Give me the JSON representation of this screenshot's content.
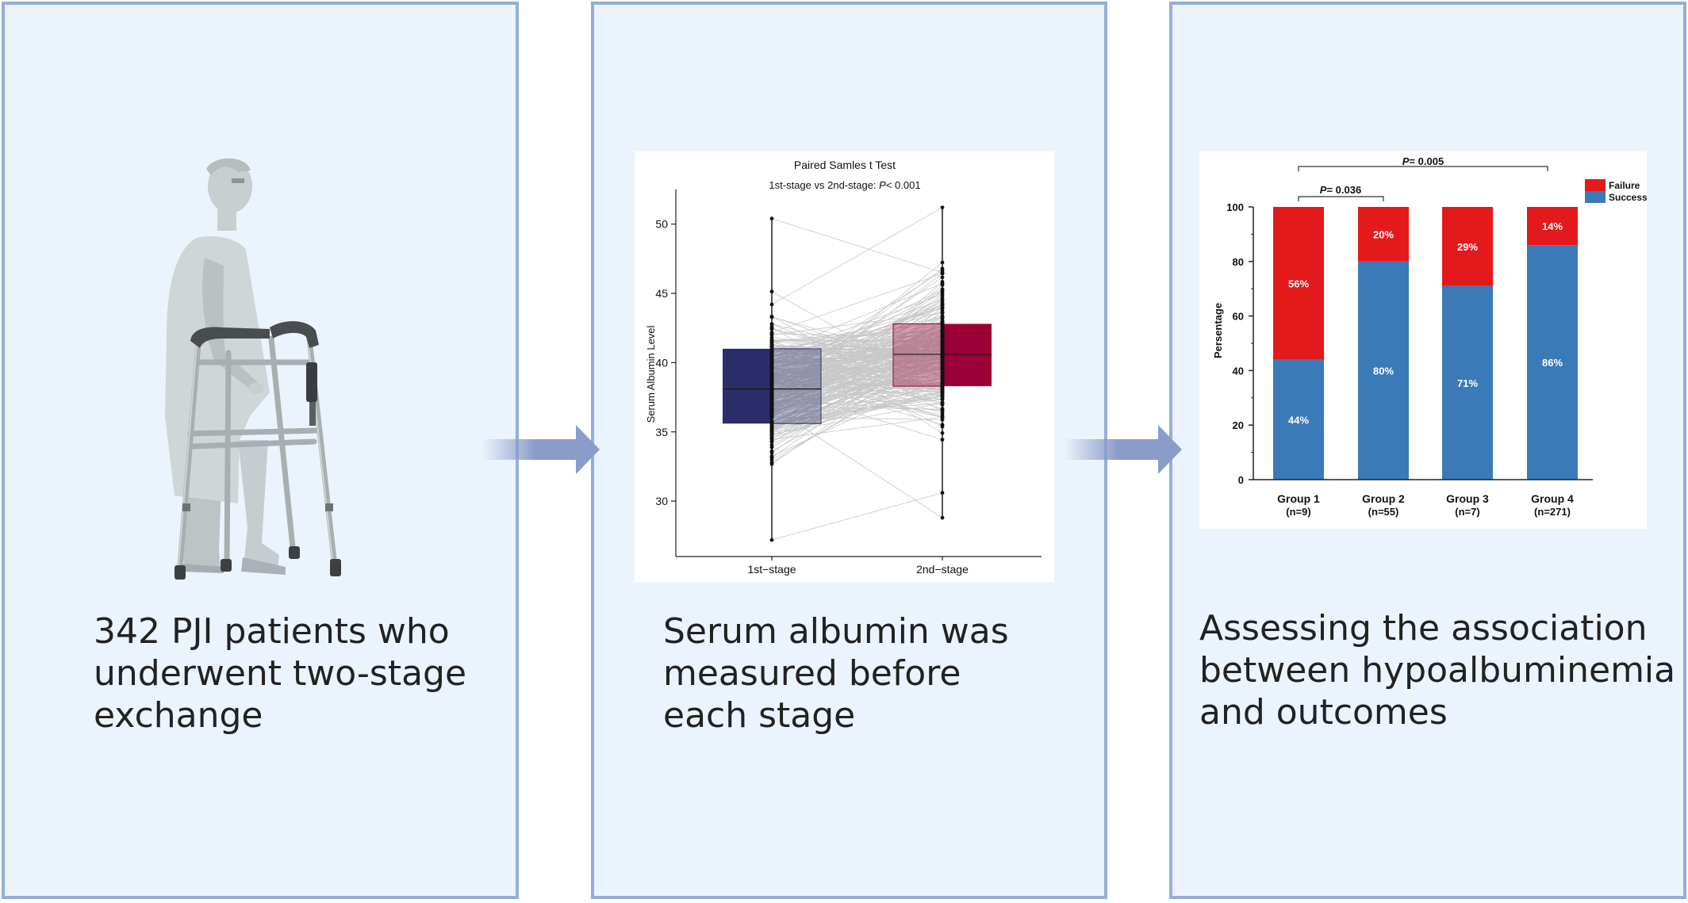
{
  "steps": [
    {
      "caption_lines": [
        "342 PJI patients who",
        "underwent two-stage",
        "exchange"
      ]
    },
    {
      "caption_lines": [
        "Serum albumin was",
        "measured before",
        "each stage"
      ]
    },
    {
      "caption_lines": [
        "Assessing the association",
        "between hypoalbuminemia",
        "and outcomes"
      ]
    }
  ],
  "colors": {
    "panel_bg": "#ebf3fc",
    "panel_border": "#95aed9",
    "arrow": "#8a9cc8",
    "first_stage": "#2b2d6b",
    "second_stage": "#9b0036",
    "failure": "#e3191c",
    "success": "#3a7ab8",
    "paired_lines": "#c8c8c8"
  },
  "chart_data": [
    {
      "type": "box",
      "title": "Paired Samles t Test",
      "subtitle_prefix": "1st-stage vs 2nd-stage: ",
      "subtitle_p": "P",
      "subtitle_suffix": "< 0.001",
      "ylabel": "Serum Albumin Level",
      "ylim": [
        26,
        52.5
      ],
      "yticks": [
        30,
        35,
        40,
        45,
        50
      ],
      "categories": [
        "1st−stage",
        "2nd−stage"
      ],
      "boxes": [
        {
          "name": "1st−stage",
          "q1": 35.6,
          "median": 38.1,
          "q3": 41.0,
          "min": 27.2,
          "max": 50.4
        },
        {
          "name": "2nd−stage",
          "q1": 38.3,
          "median": 40.6,
          "q3": 42.8,
          "min": 28.8,
          "max": 51.2
        }
      ]
    },
    {
      "type": "bar",
      "stacked": true,
      "ylabel": "Persentage",
      "ylim": [
        0,
        100
      ],
      "yticks": [
        0,
        20,
        40,
        60,
        80,
        100
      ],
      "categories": [
        "Group 1",
        "Group 2",
        "Group 3",
        "Group 4"
      ],
      "category_counts": [
        "(n=9)",
        "(n=55)",
        "(n=7)",
        "(n=271)"
      ],
      "series": [
        {
          "name": "Success",
          "values": [
            44,
            80,
            71,
            86
          ],
          "labels": [
            "44%",
            "80%",
            "71%",
            "86%"
          ]
        },
        {
          "name": "Failure",
          "values": [
            56,
            20,
            29,
            14
          ],
          "labels": [
            "56%",
            "20%",
            "29%",
            "14%"
          ]
        }
      ],
      "legend": "top-right",
      "annotations": [
        {
          "p_label": "P",
          "value_text": "= 0.036",
          "from": "Group 1",
          "to": "Group 2"
        },
        {
          "p_label": "P",
          "value_text": "= 0.005",
          "from": "Group 1",
          "to": "Group 4"
        }
      ]
    }
  ]
}
